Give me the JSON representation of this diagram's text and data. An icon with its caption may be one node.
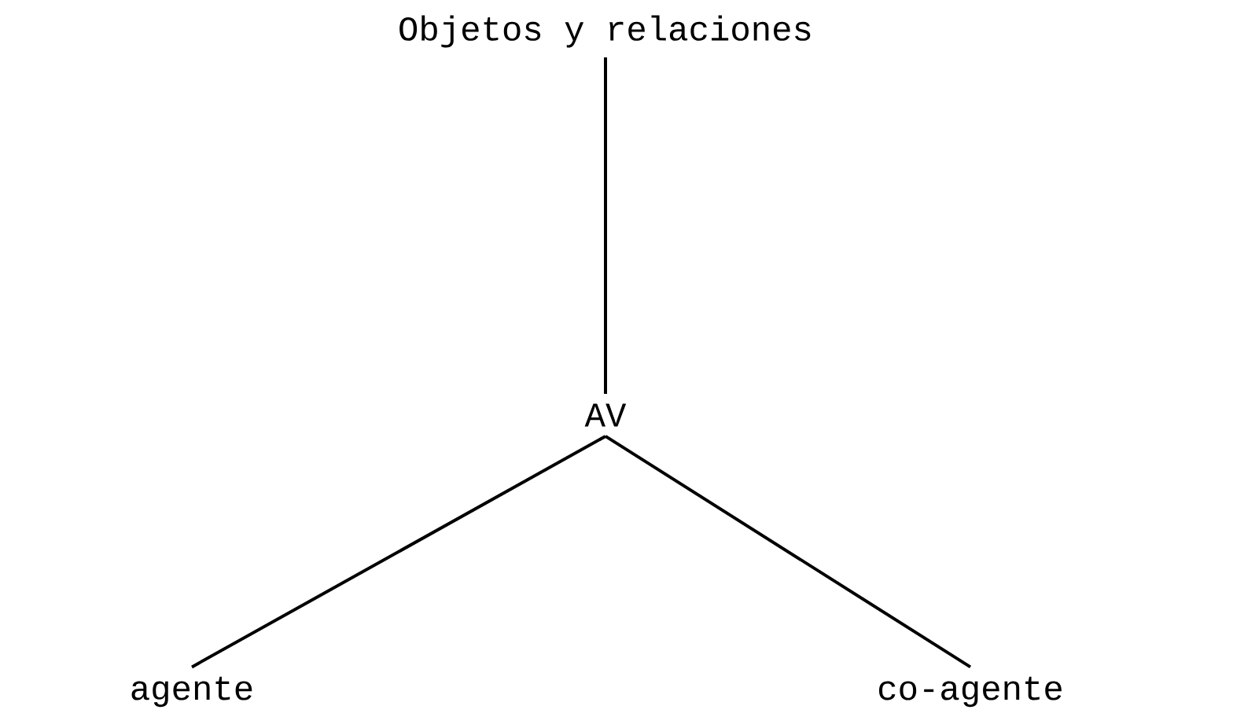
{
  "diagram": {
    "nodes": [
      {
        "text": [
          "Objetos y relaciones"
        ]
      },
      {
        "text": [
          "AV"
        ]
      },
      {
        "text": [
          "agente"
        ]
      },
      {
        "text": [
          "co-agente"
        ]
      }
    ],
    "edges": [
      {
        "from": 0,
        "to": 1,
        "arrow": "none"
      },
      {
        "from": 1,
        "to": 2,
        "arrow": "none"
      },
      {
        "from": 1,
        "to": 3,
        "arrow": "none"
      }
    ]
  }
}
